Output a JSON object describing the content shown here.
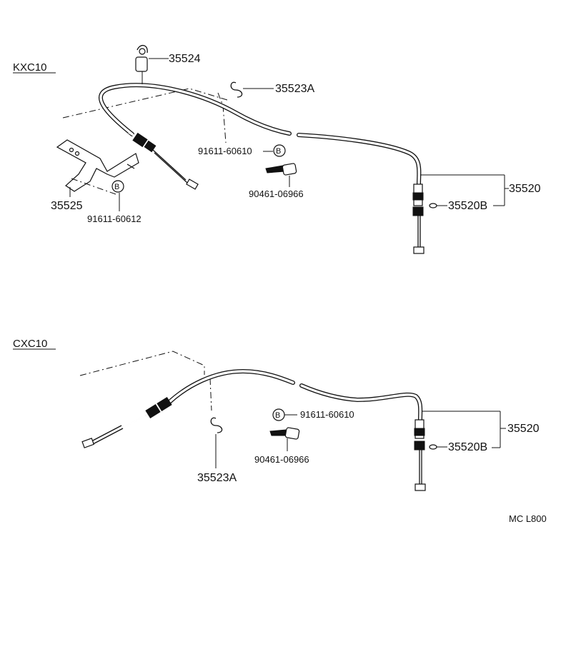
{
  "sections": [
    {
      "model": "KXC10",
      "parts": {
        "grommet": "35524",
        "clamp": "35523A",
        "bolt": "91611-60610",
        "bolt_marker": "B",
        "pin": "90461-06966",
        "cable_assy": "35520",
        "cable_sub": "35520B",
        "bracket": "35525",
        "bracket_bolt": "91611-60612",
        "bracket_bolt_marker": "B"
      }
    },
    {
      "model": "CXC10",
      "parts": {
        "clamp": "35523A",
        "bolt": "91611-60610",
        "bolt_marker": "B",
        "pin": "90461-06966",
        "cable_assy": "35520",
        "cable_sub": "35520B"
      }
    }
  ],
  "reference_code": "MC L800"
}
